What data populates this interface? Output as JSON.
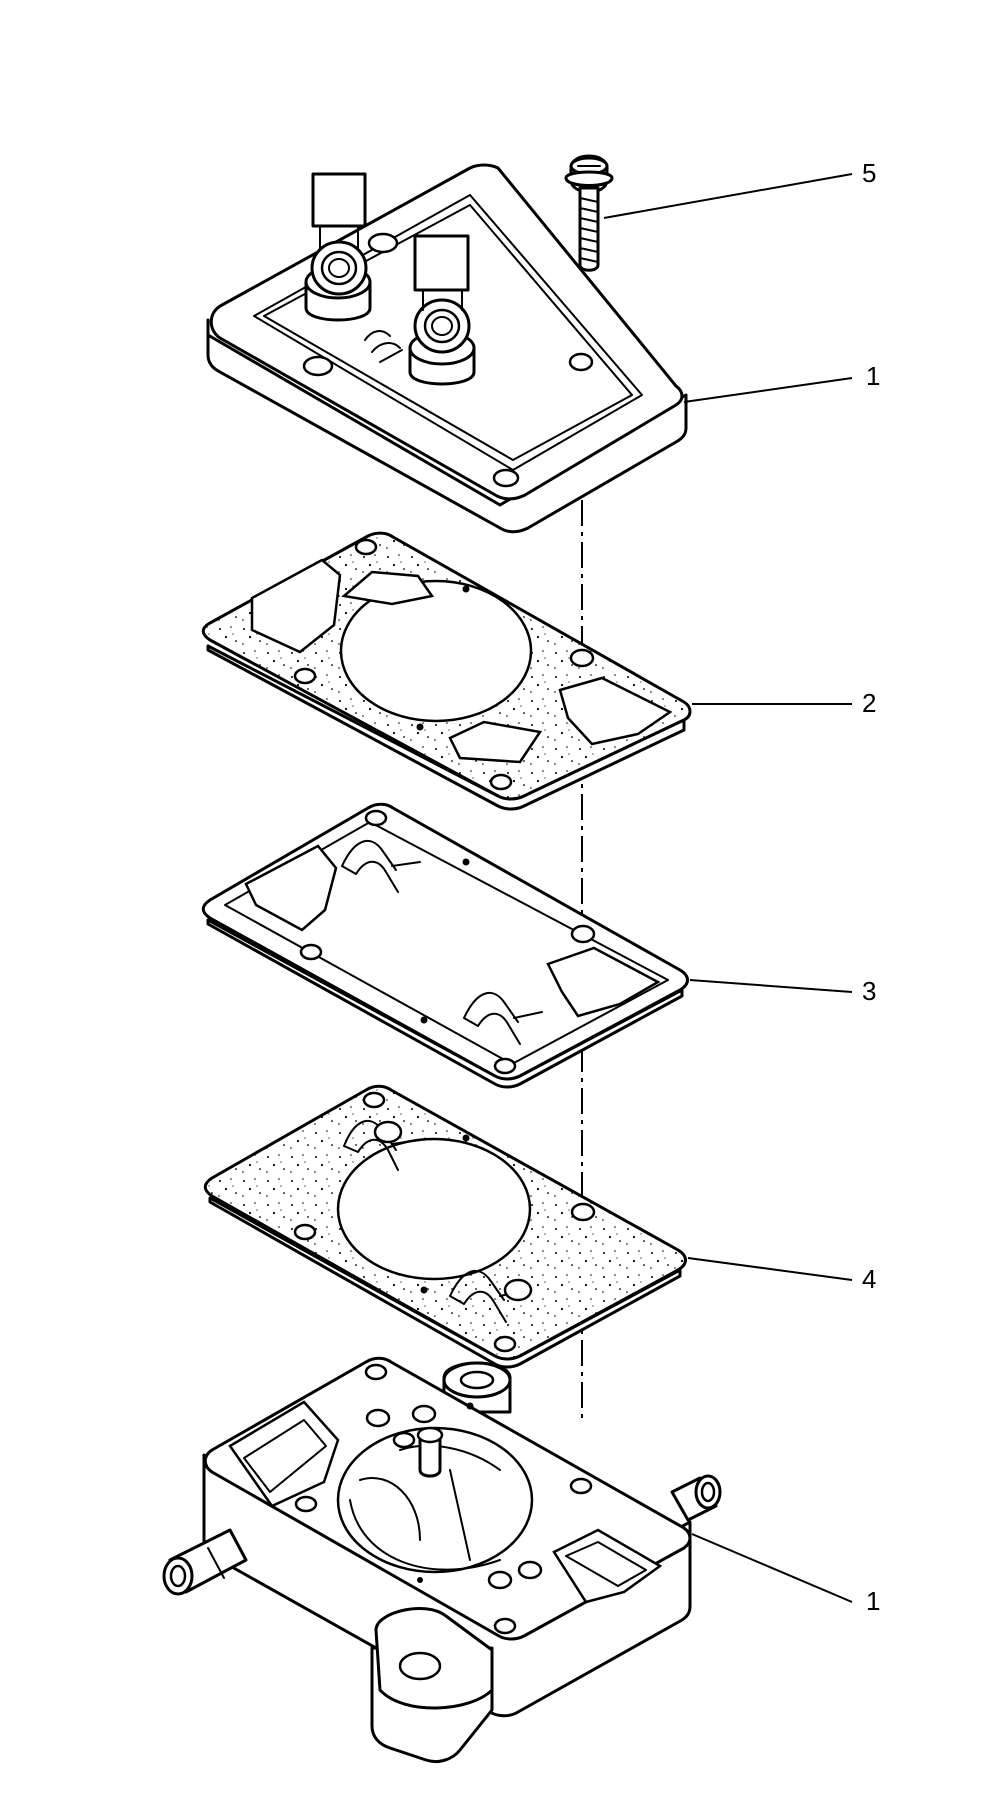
{
  "callouts": {
    "screw": "5",
    "cover": "1",
    "gasket": "2",
    "diaphragm": "3",
    "gasket_lower": "4",
    "body": "1"
  }
}
